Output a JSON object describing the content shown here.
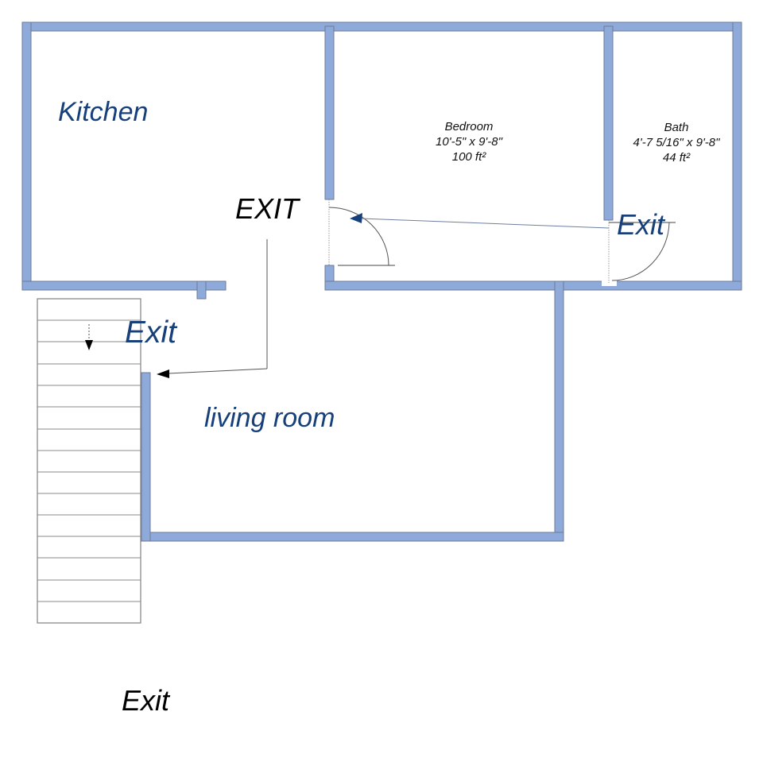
{
  "colors": {
    "wall": "#8eaadb",
    "wall_outline": "#6d7a96",
    "room_label": "#17407a",
    "text": "#000000"
  },
  "rooms": {
    "kitchen": {
      "name": "Kitchen"
    },
    "bedroom": {
      "name": "Bedroom",
      "dimensions": "10'-5\" x 9'-8\"",
      "area": "100 ft²"
    },
    "bath": {
      "name": "Bath",
      "dimensions": "4'-7 5/16\" x 9'-8\"",
      "area": "44 ft²"
    },
    "living_room": {
      "name": "living room"
    }
  },
  "labels": {
    "exit_kitchen": "EXIT",
    "exit_bath": "Exit",
    "exit_stairs": "Exit",
    "exit_bottom": "Exit"
  },
  "stairs": {
    "tread_count": 15,
    "direction": "down"
  }
}
